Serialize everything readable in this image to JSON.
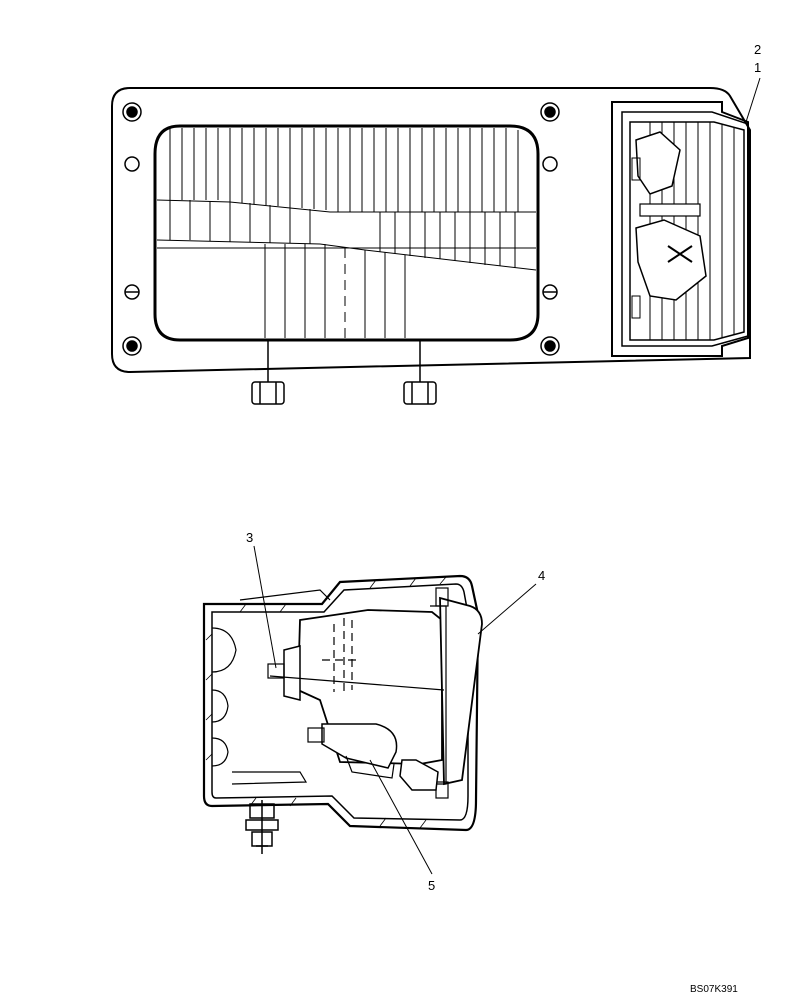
{
  "callouts": {
    "c1": "1",
    "c2": "2",
    "c3": "3",
    "c4": "4",
    "c5": "5"
  },
  "drawing_ref": "BS07K391",
  "colors": {
    "line": "#000000",
    "background": "#ffffff"
  }
}
